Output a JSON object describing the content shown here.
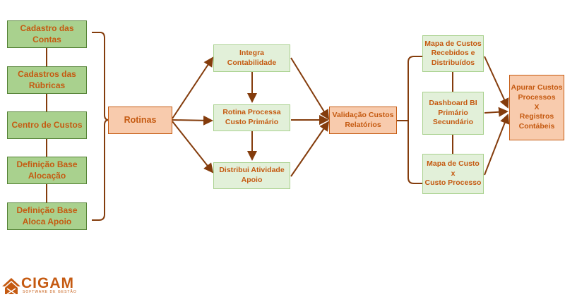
{
  "left_column": [
    "Cadastro das\nContas",
    "Cadastros das\nRúbricas",
    "Centro de Custos",
    "Definição Base\nAlocação",
    "Definição Base\nAloca Apoio"
  ],
  "rotinas": "Rotinas",
  "middle_column": [
    "Integra\nContabilidade",
    "Rotina Processa\nCusto Primário",
    "Distribui Atividade\nApoio"
  ],
  "validacao": "Validação Custos\nRelatórios",
  "right_column": [
    "Mapa de Custos\nRecebidos e\nDistribuídos",
    "Dashboard BI\nPrimário\nSecundário",
    "Mapa de Custo\nx\nCusto Processo"
  ],
  "final": "Apurar Custos\nProcessos\nX\nRegistros\nContábeis",
  "logo": {
    "name": "CIGAM",
    "tagline": "SOFTWARE DE GESTÃO"
  },
  "colors": {
    "arrow": "#843c0c",
    "text": "#c55a11",
    "green_fill": "#a9d18e",
    "pale_fill": "#e2f0d9",
    "peach_fill": "#f8cbad"
  }
}
